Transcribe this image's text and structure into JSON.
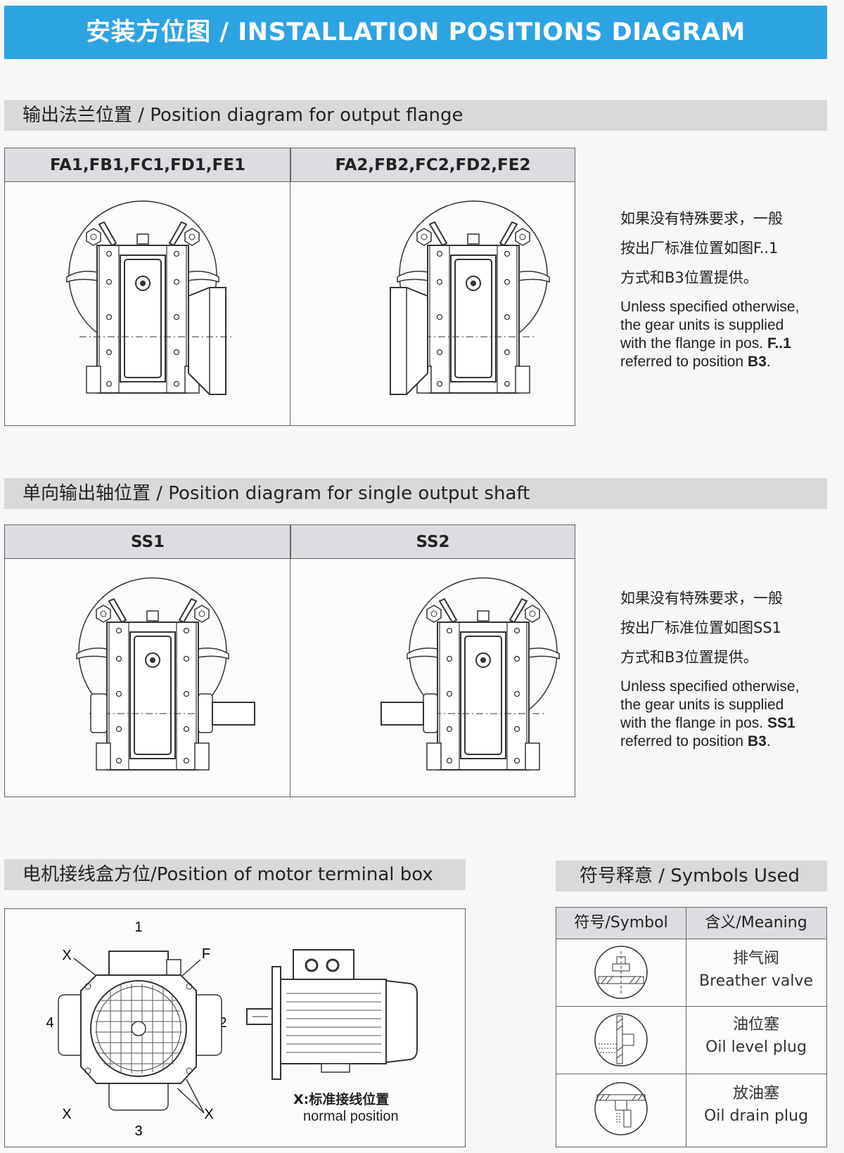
{
  "banner": {
    "title": "安装方位图 / INSTALLATION POSITIONS DIAGRAM"
  },
  "flange": {
    "section_title": "输出法兰位置 / Position diagram for output flange",
    "col1": "FA1,FB1,FC1,FD1,FE1",
    "col2": "FA2,FB2,FC2,FD2,FE2",
    "note_cn": [
      "如果没有特殊要求，一般",
      "按出厂标准位置如图F..1",
      "方式和B3位置提供。"
    ],
    "note_en_1": "Unless specified otherwise,",
    "note_en_2": "the gear units is supplied",
    "note_en_3a": "with the flange in pos. ",
    "note_en_3b": "F..1",
    "note_en_4a": "referred to position ",
    "note_en_4b": "B3",
    "note_en_4c": "."
  },
  "shaft": {
    "section_title": "单向输出轴位置 / Position diagram for single output shaft",
    "col1": "SS1",
    "col2": "SS2",
    "note_cn": [
      "如果没有特殊要求，一般",
      "按出厂标准位置如图SS1",
      "方式和B3位置提供。"
    ],
    "note_en_1": "Unless specified otherwise,",
    "note_en_2": "the gear units is supplied",
    "note_en_3a": "with the flange in pos. ",
    "note_en_3b": "SS1",
    "note_en_4a": "referred to position ",
    "note_en_4b": "B3",
    "note_en_4c": "."
  },
  "terminal": {
    "section_title": "电机接线盒方位/Position of motor terminal box",
    "labels": {
      "top": "1",
      "right": "2",
      "bottom": "3",
      "left": "4",
      "x": "X",
      "f": "F"
    },
    "legend_cn": "X:标准接线位置",
    "legend_en": "normal position"
  },
  "symbols": {
    "section_title": "符号释意 / Symbols Used",
    "col_symbol": "符号/Symbol",
    "col_meaning": "含义/Meaning",
    "rows": [
      {
        "icon": "breather-valve-icon",
        "cn": "排气阀",
        "en": "Breather valve"
      },
      {
        "icon": "oil-level-plug-icon",
        "cn": "油位塞",
        "en": "Oil level plug"
      },
      {
        "icon": "oil-drain-plug-icon",
        "cn": "放油塞",
        "en": "Oil drain plug"
      }
    ]
  }
}
